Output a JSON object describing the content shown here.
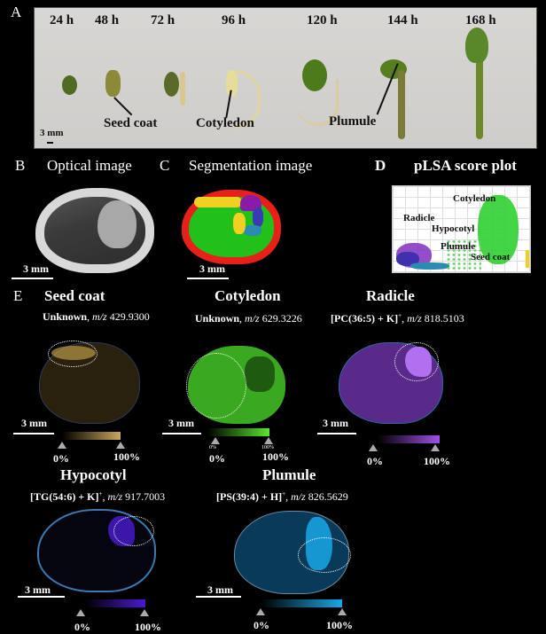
{
  "panels": {
    "A": {
      "letter": "A",
      "timepoints": [
        "24 h",
        "48 h",
        "72 h",
        "96 h",
        "120 h",
        "144 h",
        "168 h"
      ],
      "annotations": [
        "Seed coat",
        "Cotyledon",
        "Plumule"
      ],
      "scale_label": "3 mm"
    },
    "B": {
      "letter": "B",
      "title": "Optical image",
      "scale_label": "3 mm"
    },
    "C": {
      "letter": "C",
      "title": "Segmentation image",
      "scale_label": "3 mm",
      "segment_colors": {
        "outer": "#e8201a",
        "cotyledon": "#22c01a",
        "seed_coat": "#f0d020",
        "radicle": "#8a1aa8",
        "hypocotyl": "#3a3ab8",
        "plumule": "#2a8ab0"
      }
    },
    "D": {
      "letter": "D",
      "title": "pLSA score plot",
      "labels": [
        "Cotyledon",
        "Radicle",
        "Hypocotyl",
        "Plumule",
        "Seed coat"
      ]
    },
    "E": {
      "letter": "E",
      "items": [
        {
          "name": "Seed coat",
          "ion": "Unknown",
          "mz_label": "m/z",
          "mz": "429.9300",
          "scale_label": "3 mm",
          "min": "0%",
          "max": "100%",
          "color": "#c9a85a"
        },
        {
          "name": "Cotyledon",
          "ion": "Unknown",
          "mz_label": "m/z",
          "mz": "629.3226",
          "scale_label": "3 mm",
          "min": "0%",
          "max": "100%",
          "min_small": "0%",
          "max_small": "100%",
          "color": "#5ae82a"
        },
        {
          "name": "Radicle",
          "ion": "[PC(36:5) + K]",
          "ion_sup": "+",
          "mz_label": "m/z",
          "mz": "818.5103",
          "scale_label": "3 mm",
          "min": "0%",
          "max": "100%",
          "color": "#a050e8"
        },
        {
          "name": "Hypocotyl",
          "ion": "[TG(54:6) + K]",
          "ion_sup": "+",
          "mz_label": "m/z",
          "mz": "917.7003",
          "scale_label": "3 mm",
          "min": "0%",
          "max": "100%",
          "color": "#4a1ad0"
        },
        {
          "name": "Plumule",
          "ion": "[PS(39:4) + H]",
          "ion_sup": "+",
          "mz_label": "m/z",
          "mz": "826.5629",
          "scale_label": "3 mm",
          "min": "0%",
          "max": "100%",
          "color": "#1aa8e8"
        }
      ]
    }
  }
}
